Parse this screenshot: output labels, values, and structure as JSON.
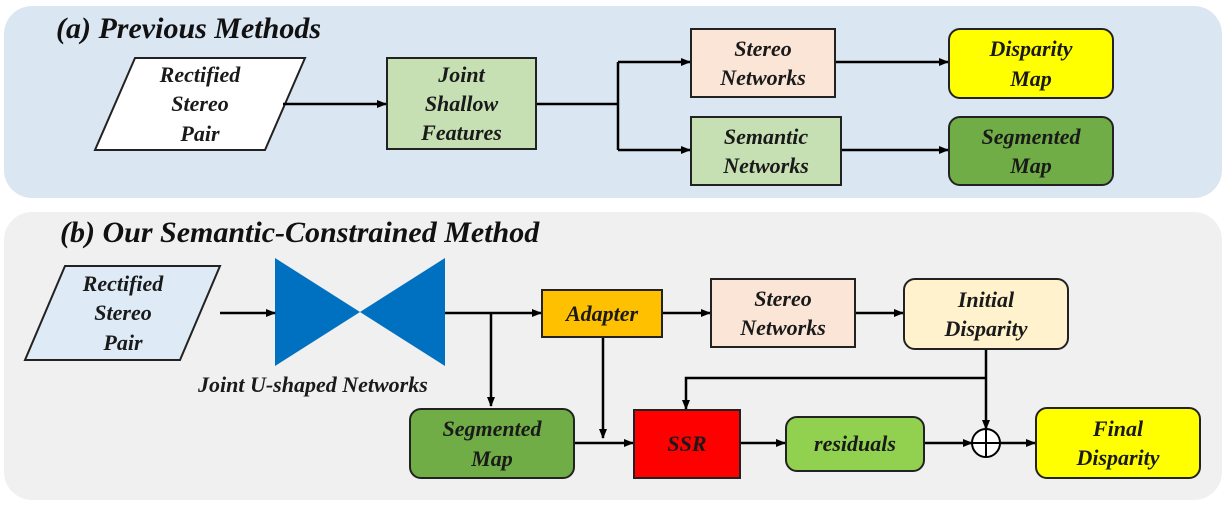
{
  "panel_a": {
    "title": "(a) Previous Methods",
    "input": "Rectified\nStereo\nPair",
    "shallow": "Joint\nShallow\nFeatures",
    "stereo": "Stereo\nNetworks",
    "semantic": "Semantic\nNetworks",
    "disparity": "Disparity\nMap",
    "segmented": "Segmented\nMap"
  },
  "panel_b": {
    "title": "(b) Our Semantic-Constrained Method",
    "input": "Rectified\nStereo\nPair",
    "unet_label": "Joint U-shaped Networks",
    "adapter": "Adapter",
    "stereo": "Stereo\nNetworks",
    "initial": "Initial\nDisparity",
    "segmented": "Segmented\nMap",
    "ssr": "SSR",
    "residuals": "residuals",
    "final": "Final\nDisparity"
  },
  "colors": {
    "panel_a_bg": "#dbe6f3",
    "panel_b_bg": "#f0f0f0",
    "light_blue": "#deeaf6",
    "light_green": "#c6e0b4",
    "peach": "#fbe5d6",
    "yellow": "#ffff00",
    "dark_green": "#70ad47",
    "orange": "#ffc000",
    "cream": "#fff2cc",
    "red": "#ff0000",
    "lime": "#92d050",
    "unet_blue": "#0070c0"
  }
}
